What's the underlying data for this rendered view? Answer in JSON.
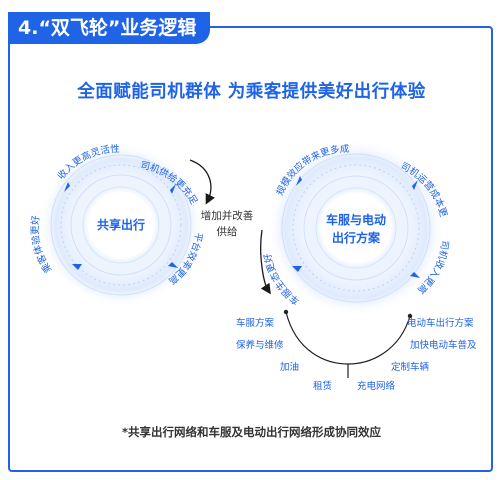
{
  "section_title": "4.“双飞轮”业务逻辑",
  "headline": "全面赋能司机群体 为乘客提供美好出行体验",
  "left_wheel": {
    "center": "共享出行",
    "ring_labels": [
      "司机供给更充足",
      "乘客体验更好",
      "平台效率更高",
      "收入更高灵活性更大"
    ]
  },
  "connector_label_line1": "增加并改善",
  "connector_label_line2": "供给",
  "right_wheel": {
    "center_line1": "车服与电动",
    "center_line2": "出行方案",
    "ring_labels": [
      "司机运营成本更低",
      "司机收入更高",
      "车服生态更好",
      "规模效应带来更多成本节约"
    ]
  },
  "services_left": [
    "车服方案",
    "保养与维修",
    "加油",
    "租赁"
  ],
  "services_right": [
    "电动车出行方案",
    "加快电动车普及",
    "定制车辆",
    "充电网络"
  ],
  "footnote": "*共享出行网络和车服及电动出行网络形成协同效应",
  "colors": {
    "accent": "#1f63e6",
    "ring_light": "#e3edfc",
    "ring_mid": "#c9dcf8"
  }
}
